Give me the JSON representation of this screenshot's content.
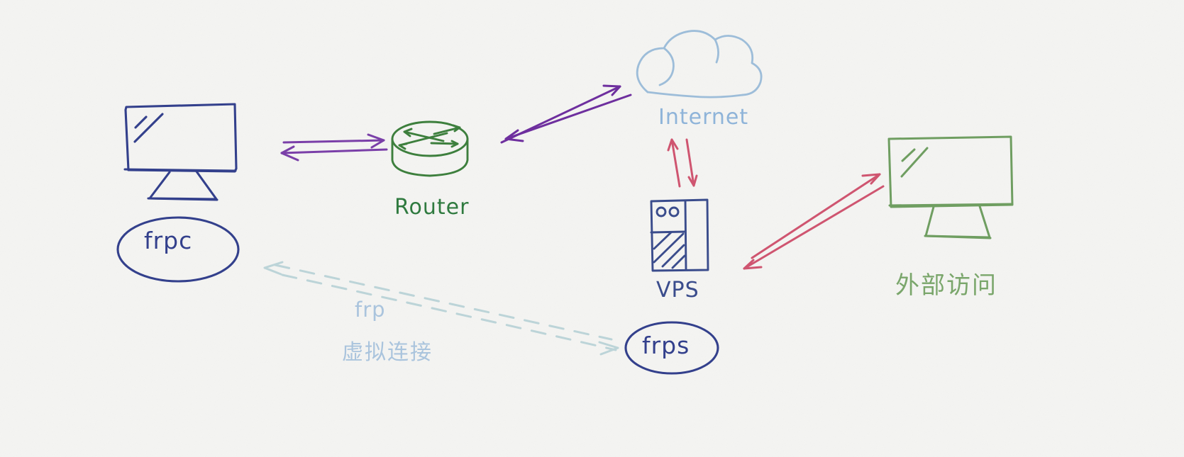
{
  "diagram": {
    "title": "frp reverse proxy network topology",
    "background_color": "#f4f4f2",
    "style": "hand-drawn whiteboard sketch"
  },
  "colors": {
    "dark_blue": "#33408c",
    "green": "#4a8a46",
    "light_blue": "#8fb4d9",
    "purple": "#7a3fa8",
    "crimson": "#cf5570",
    "dashed_teal": "#bcd4d8",
    "external_green": "#7aa66b"
  },
  "nodes": [
    {
      "id": "local-pc",
      "icon": "monitor-icon",
      "label": "",
      "badge": "frpc",
      "color": "#33408c"
    },
    {
      "id": "router",
      "icon": "router-cylinder-icon",
      "label": "Router",
      "color": "#4a8a46"
    },
    {
      "id": "internet",
      "icon": "cloud-icon",
      "label": "Internet",
      "color": "#8fb4d9"
    },
    {
      "id": "vps",
      "icon": "server-icon",
      "label": "VPS",
      "badge": "frps",
      "color": "#33408c"
    },
    {
      "id": "external-client",
      "icon": "monitor-icon",
      "label": "外部访问",
      "color": "#7aa66b"
    }
  ],
  "labels": {
    "router": "Router",
    "internet": "Internet",
    "vps": "VPS",
    "frpc": "frpc",
    "frps": "frps",
    "external_access": "外部访问",
    "frp": "frp",
    "virtual_connection": "虚拟连接"
  },
  "connections": [
    {
      "id": "pc-router",
      "from": "local-pc",
      "to": "router",
      "style": "solid-double-arrow",
      "color": "#7a3fa8"
    },
    {
      "id": "router-internet",
      "from": "router",
      "to": "internet",
      "style": "solid-double-arrow",
      "color": "#7a3fa8"
    },
    {
      "id": "internet-vps",
      "from": "internet",
      "to": "vps",
      "style": "vertical-double-arrow",
      "color": "#cf5570"
    },
    {
      "id": "vps-external",
      "from": "vps",
      "to": "external-client",
      "style": "solid-double-arrow",
      "color": "#cf5570"
    },
    {
      "id": "frpc-frps",
      "from": "local-pc",
      "to": "vps",
      "style": "dashed-double-arrow",
      "color": "#bcd4d8",
      "label": "frp 虚拟连接"
    }
  ]
}
